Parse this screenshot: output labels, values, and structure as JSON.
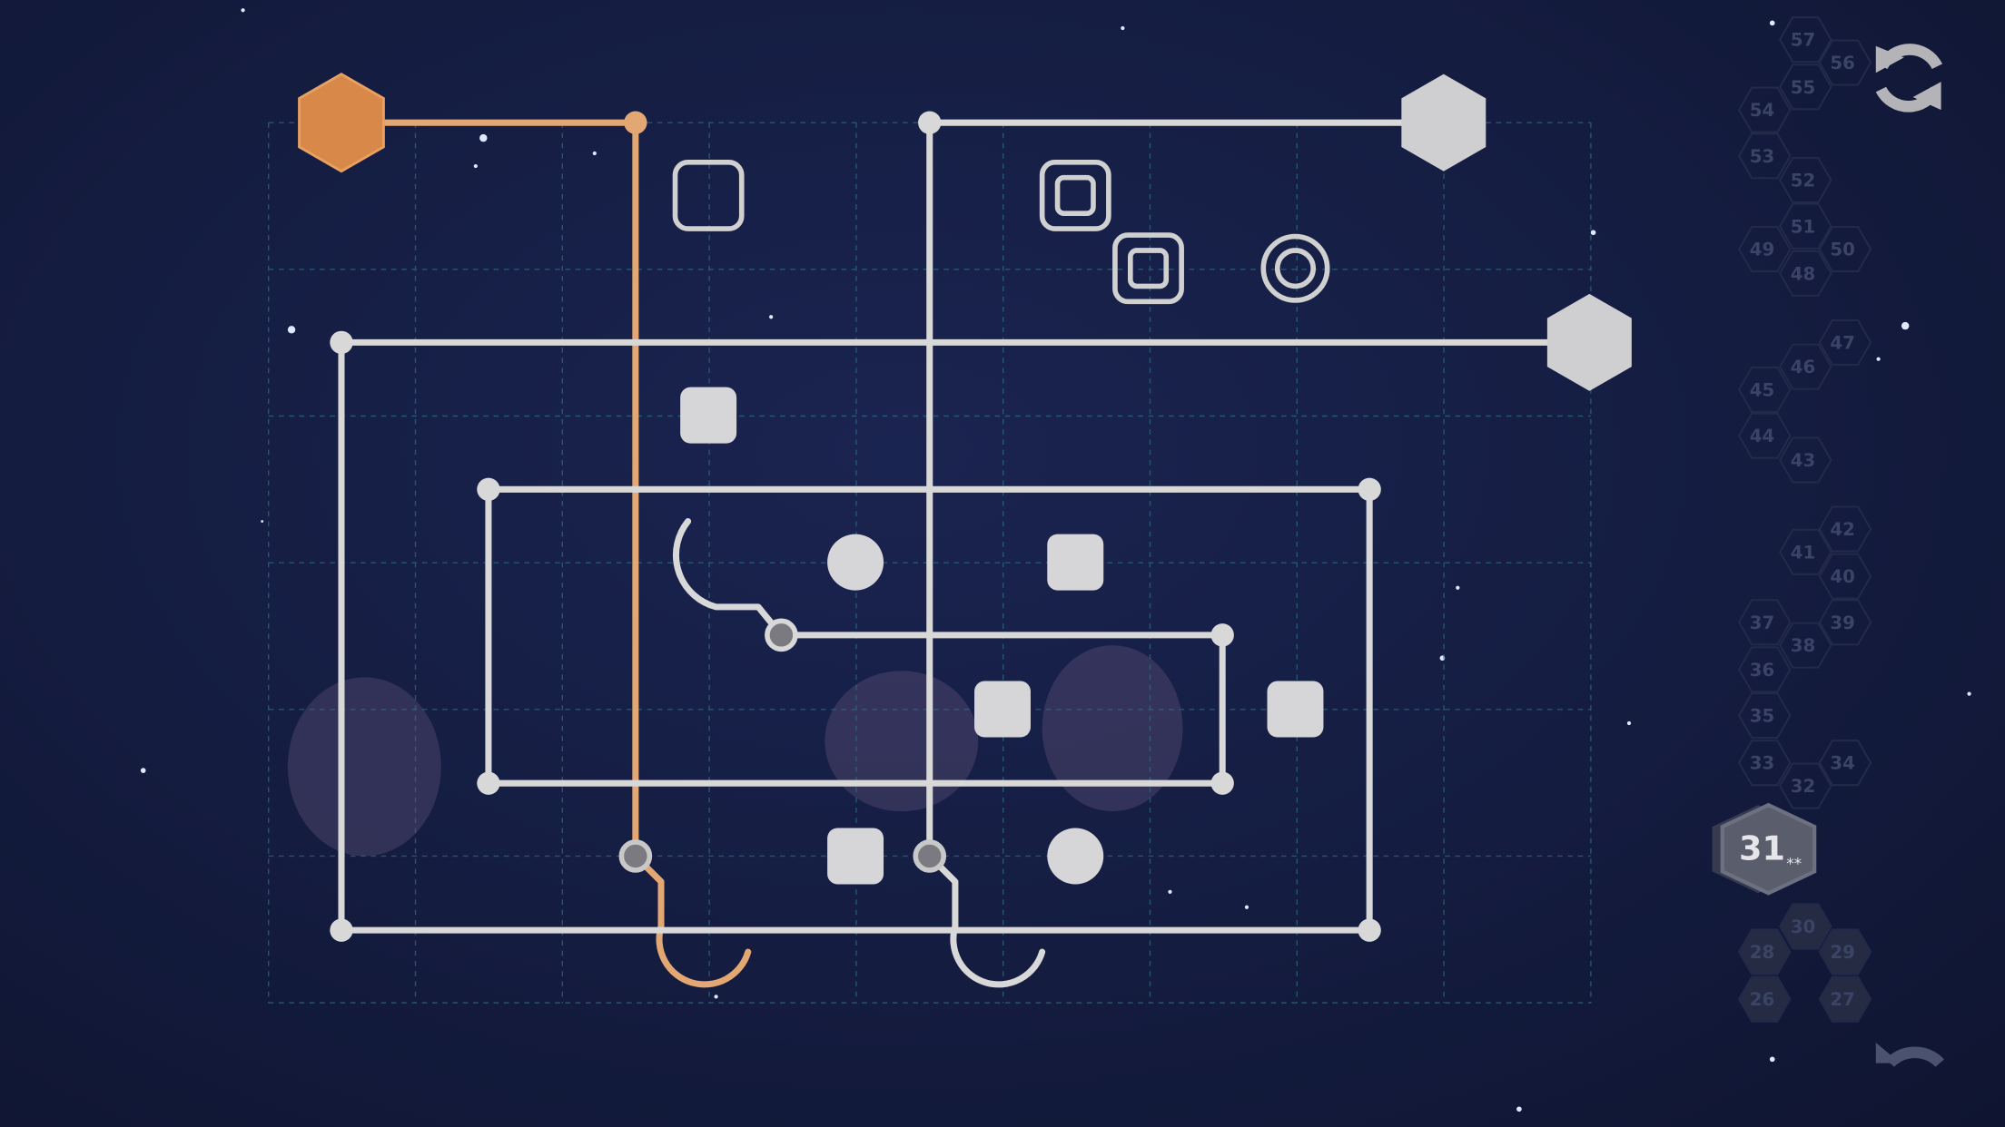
{
  "colors": {
    "background": "#141c40",
    "accent_orange": "#e0975a",
    "path_white": "#dcdcdc",
    "grid": "#2e6e80",
    "level_dim": "#3a4466"
  },
  "toolbar": {
    "restart_icon": "refresh-icon",
    "undo_icon": "undo-icon"
  },
  "level_select": {
    "current_level": "31",
    "current_marker": "**",
    "levels": [
      "57",
      "56",
      "55",
      "54",
      "53",
      "52",
      "51",
      "49",
      "50",
      "48",
      "47",
      "46",
      "45",
      "44",
      "43",
      "42",
      "41",
      "40",
      "37",
      "39",
      "38",
      "36",
      "35",
      "33",
      "34",
      "32",
      "30",
      "28",
      "29",
      "26",
      "27"
    ]
  },
  "board": {
    "columns": 9,
    "rows": 6,
    "active_path_color": "orange"
  }
}
